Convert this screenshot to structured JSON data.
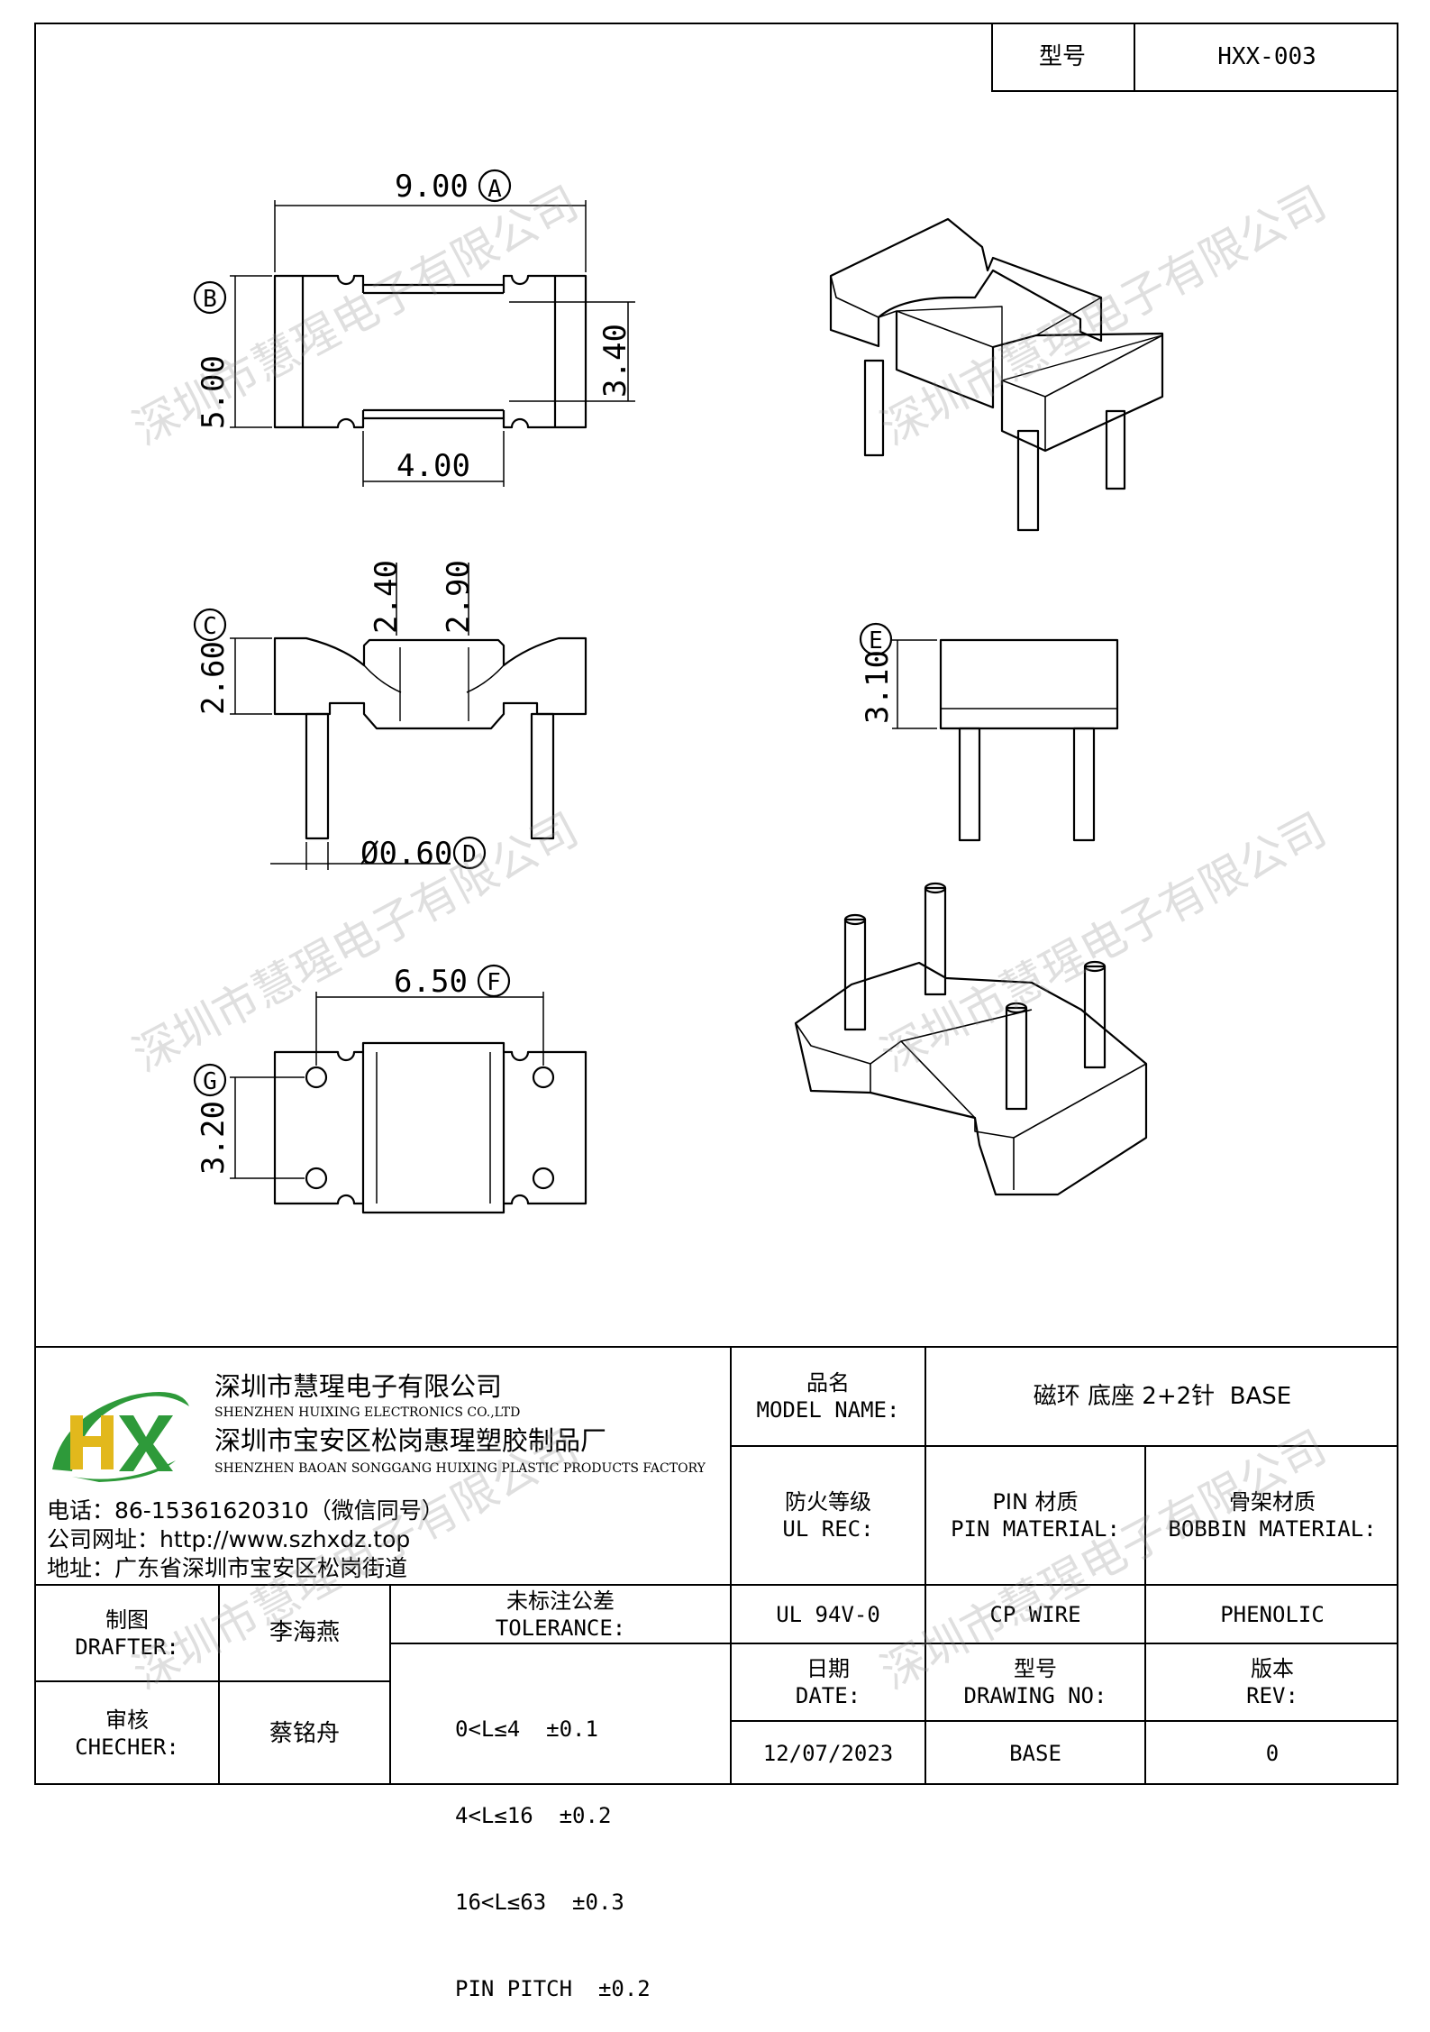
{
  "header": {
    "model_label": "型号",
    "model_value": "HXX-003"
  },
  "dimensions": {
    "a": "9.00",
    "a_ref": "A",
    "b": "5.00",
    "b_ref": "B",
    "width_340": "3.40",
    "width_400": "4.00",
    "h_240": "2.40",
    "h_290": "2.90",
    "c": "2.60",
    "c_ref": "C",
    "d": "Ø0.60",
    "d_ref": "D",
    "e": "3.10",
    "e_ref": "E",
    "f": "6.50",
    "f_ref": "F",
    "g": "3.20",
    "g_ref": "G"
  },
  "watermark": {
    "text": "深圳市慧瑆电子有限公司"
  },
  "company": {
    "name_cn": "深圳市慧瑆电子有限公司",
    "name_en": "SHENZHEN HUIXING ELECTRONICS CO.,LTD",
    "factory_cn": "深圳市宝安区松岗惠瑆塑胶制品厂",
    "factory_en": "SHENZHEN BAOAN SONGGANG HUIXING PLASTIC PRODUCTS FACTORY",
    "phone": "电话：86-15361620310（微信同号）",
    "website": "公司网址：http://www.szhxdz.top",
    "address": "地址：广东省深圳市宝安区松岗街道"
  },
  "logo": {
    "letters": "HX",
    "green": "#2e9a3a",
    "yellow": "#e2b81c"
  },
  "table": {
    "model_name_cn": "品名",
    "model_name_en": "MODEL NAME:",
    "model_name_value": "磁环 底座 2+2针  BASE",
    "ul_cn": "防火等级",
    "ul_en": "UL REC:",
    "pin_cn": "PIN 材质",
    "pin_en": "PIN MATERIAL:",
    "bobbin_cn": "骨架材质",
    "bobbin_en": "BOBBIN MATERIAL:",
    "ul_value": "UL 94V-0",
    "pin_value": "CP WIRE",
    "bobbin_value": "PHENOLIC",
    "drafter_cn": "制图",
    "drafter_en": "DRAFTER:",
    "drafter_name": "李海燕",
    "checker_cn": "审核",
    "checker_en": "CHECHER:",
    "checker_name": "蔡铭舟",
    "tolerance_cn": "未标注公差",
    "tolerance_en": "TOLERANCE:",
    "tolerances": [
      "0<L≤4  ±0.1",
      "4<L≤16  ±0.2",
      "16<L≤63  ±0.3",
      "PIN PITCH  ±0.2"
    ],
    "date_cn": "日期",
    "date_en": "DATE:",
    "date_value": "12/07/2023",
    "drawing_cn": "型号",
    "drawing_en": "DRAWING NO:",
    "drawing_value": "BASE",
    "rev_cn": "版本",
    "rev_en": "REV:",
    "rev_value": "0"
  }
}
